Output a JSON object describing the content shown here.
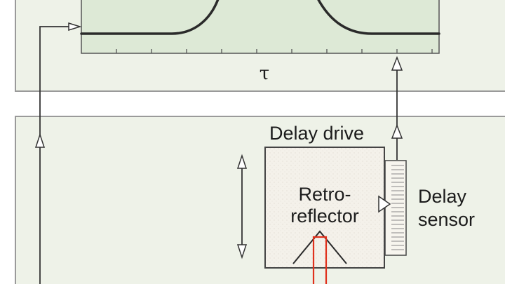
{
  "labels": {
    "tau": "τ",
    "delay_drive": "Delay drive",
    "retro_line1": "Retro-",
    "retro_line2": "reflector",
    "sensor_line1": "Delay",
    "sensor_line2": "sensor"
  },
  "colors": {
    "panel_fill": "#eef2e8",
    "panel_stroke": "#9a9a9a",
    "plot_fill": "#dde9d6",
    "curve": "#2a2a2a",
    "beam": "#e0301c",
    "box_fill": "#f4f1ea",
    "line": "#333333"
  }
}
